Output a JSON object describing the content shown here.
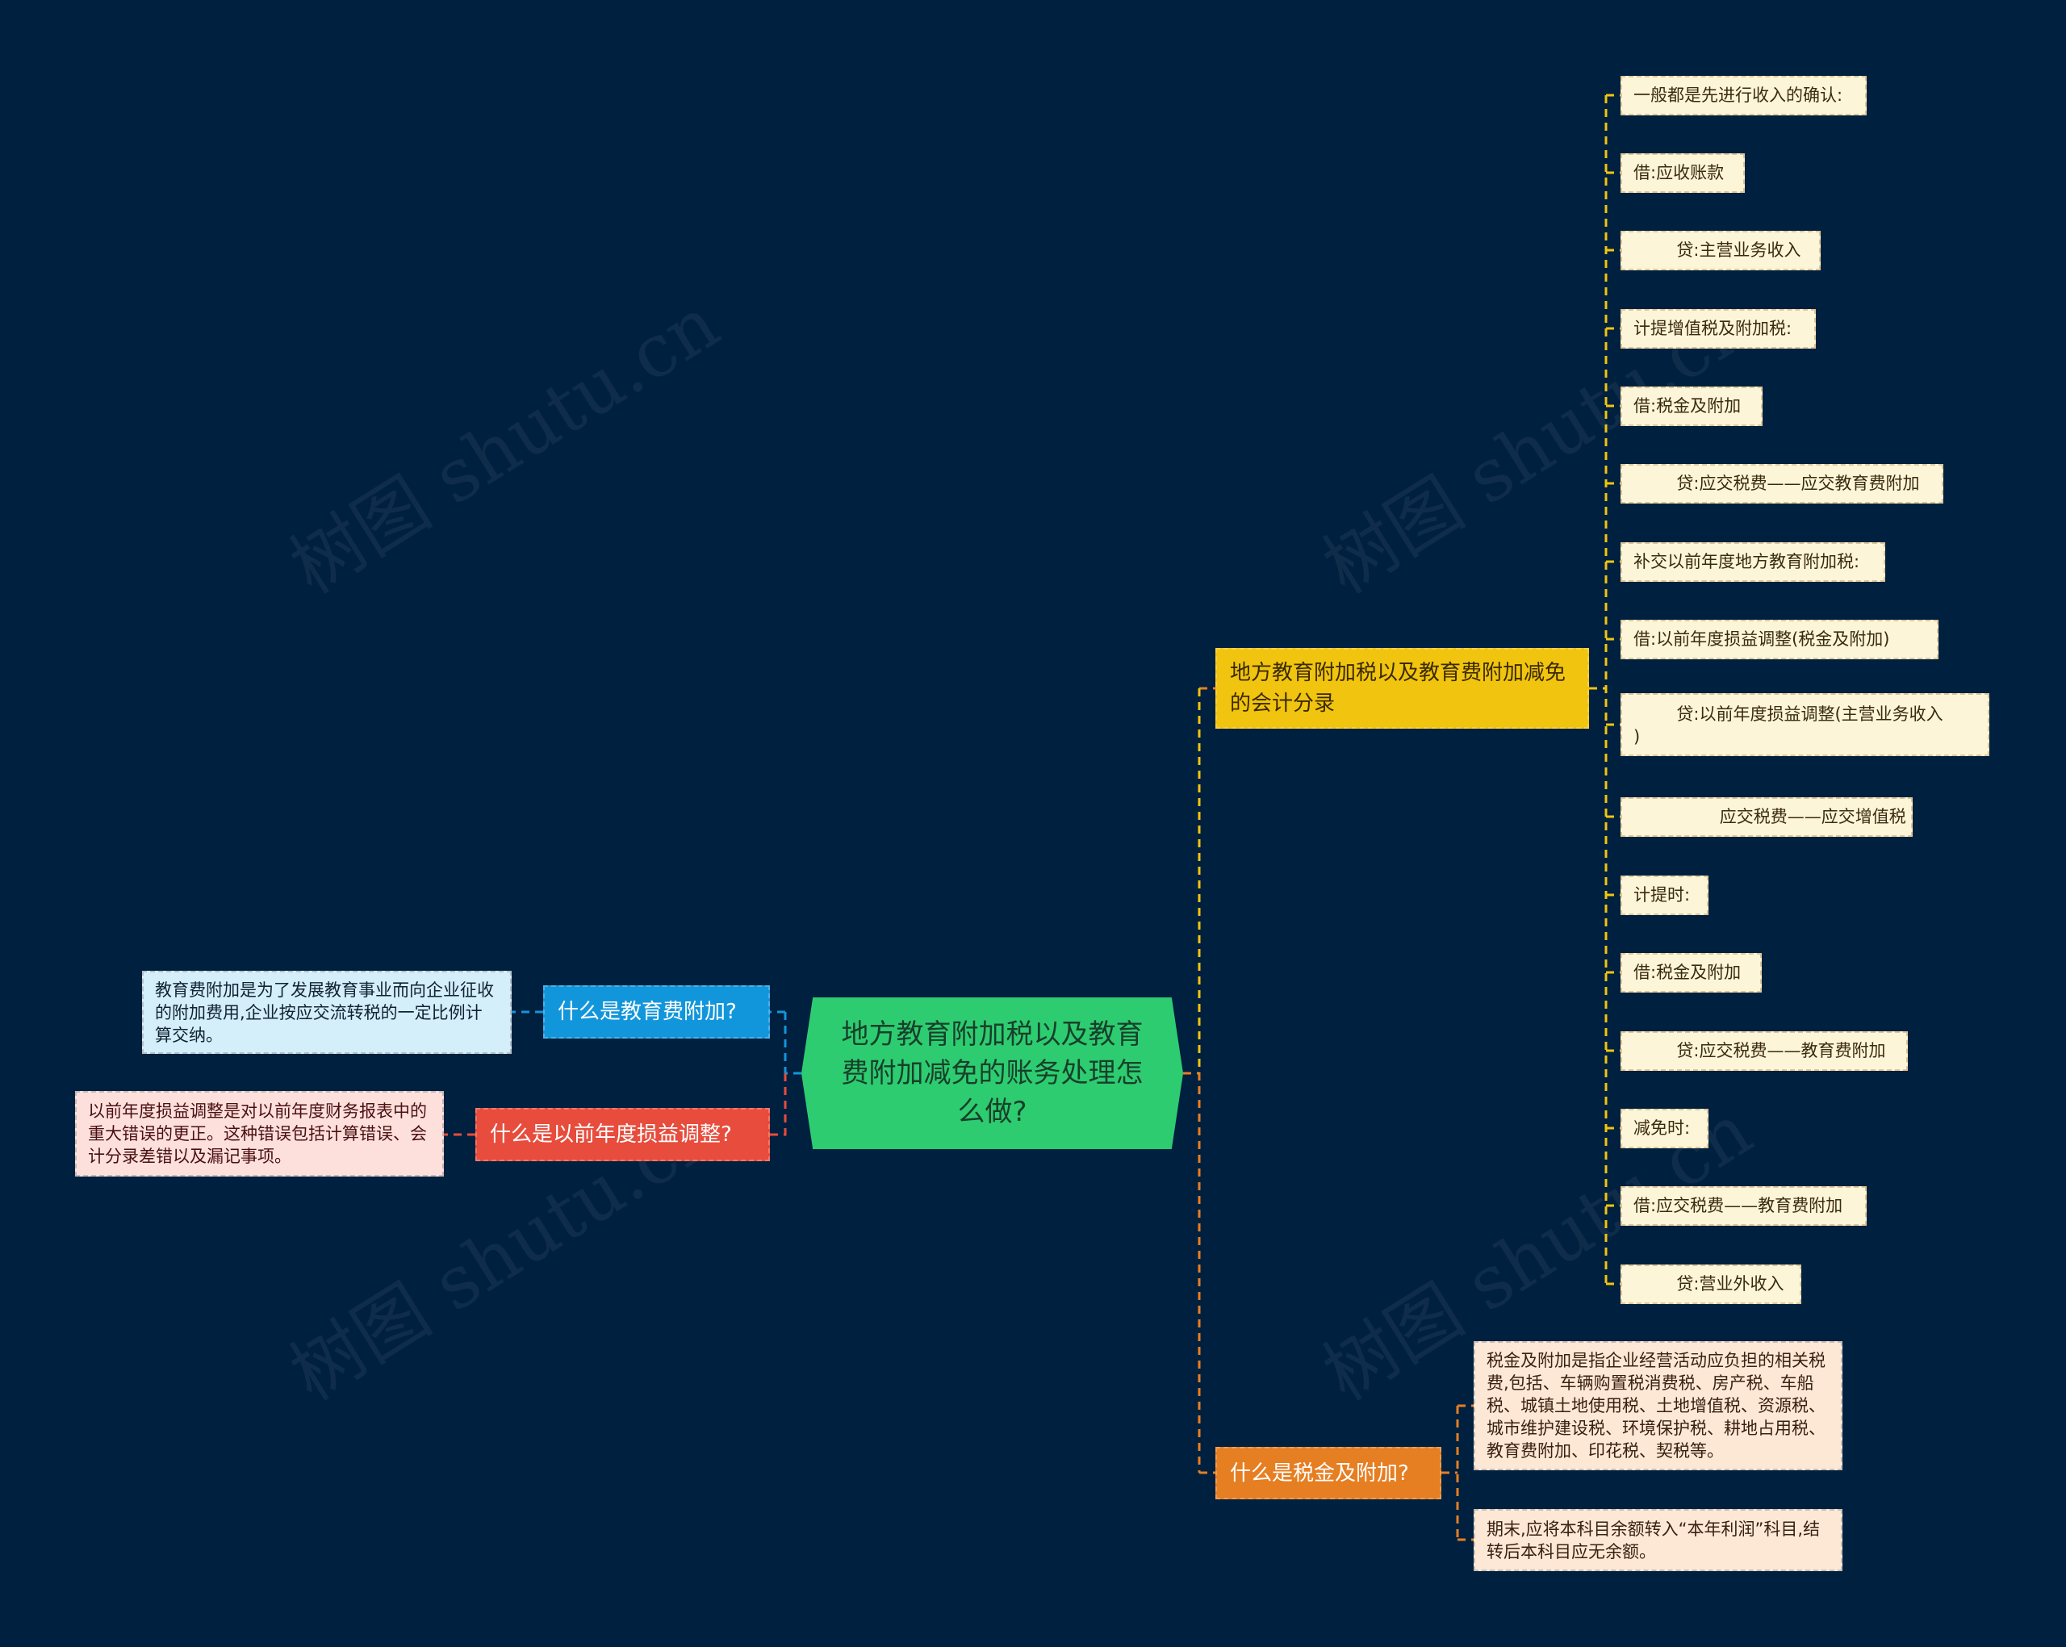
{
  "watermark": "树图 shutu.cn",
  "center": {
    "label": "地方教育附加税以及教育费附加减免的账务处理怎么做?"
  },
  "branches": {
    "accounting": {
      "label": "地方教育附加税以及教育费附加减免的会计分录",
      "color": "#f1c40f"
    },
    "tax_surcharge": {
      "label": "什么是税金及附加?",
      "color": "#e67e22"
    },
    "education_fee": {
      "label": "什么是教育费附加?",
      "color": "#1296db"
    },
    "prior_year": {
      "label": "什么是以前年度损益调整?",
      "color": "#e74c3c"
    }
  },
  "accounting_leaves": [
    "一般都是先进行收入的确认:",
    "借:应收账款",
    "        贷:主营业务收入",
    "计提增值税及附加税:",
    "借:税金及附加",
    "        贷:应交税费——应交教育费附加",
    "补交以前年度地方教育附加税:",
    "借:以前年度损益调整(税金及附加)",
    "        贷:以前年度损益调整(主营业务收入\n)",
    "                应交税费——应交增值税",
    "计提时:",
    "借:税金及附加",
    "        贷:应交税费——教育费附加",
    "减免时:",
    "借:应交税费——教育费附加",
    "        贷:营业外收入"
  ],
  "tax_surcharge_leaves": [
    "税金及附加是指企业经营活动应负担的相关税费,包括、车辆购置税消费税、房产税、车船税、城镇土地使用税、土地增值税、资源税、城市维护建设税、环境保护税、耕地占用税、教育费附加、印花税、契税等。",
    "期末,应将本科目余额转入“本年利润”科目,结转后本科目应无余额。"
  ],
  "education_fee_desc": "教育费附加是为了发展教育事业而向企业征收的附加费用,企业按应交流转税的一定比例计算交纳。",
  "prior_year_desc": "以前年度损益调整是对以前年度财务报表中的重大错误的更正。这种错误包括计算错误、会计分录差错以及漏记事项。"
}
